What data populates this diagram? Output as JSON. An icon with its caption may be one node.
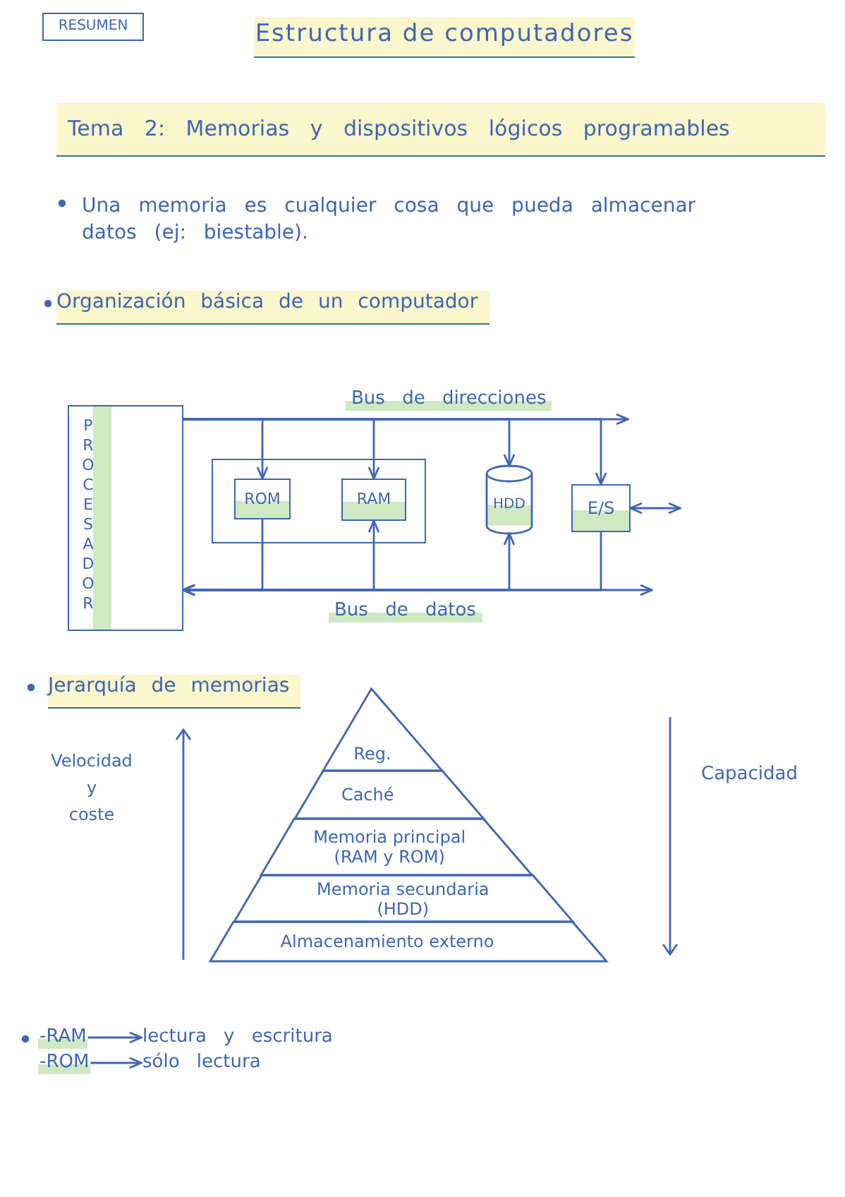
{
  "diagram": {
    "title": "Estructura de computadores",
    "nodes": [
      {
        "text": [
          "RESUMEN"
        ]
      },
      {
        "text": [
          "PROCESADOR"
        ]
      },
      {
        "text": [],
        "shape": "box"
      },
      {
        "text": [
          "ROM"
        ],
        "in": 2
      },
      {
        "text": [
          "RAM"
        ],
        "in": 2
      },
      {
        "text": [
          "HDD"
        ]
      },
      {
        "text": [
          "E/S"
        ]
      },
      {
        "text": [
          "Reg."
        ]
      },
      {
        "text": [
          "Caché"
        ]
      },
      {
        "text": [
          "Memoria principal (RAM y ROM)"
        ]
      },
      {
        "text": [
          "Memoria secundaria (HDD)"
        ]
      },
      {
        "text": [
          "Almacenamiento externo"
        ]
      },
      {
        "text": [
          "-RAM"
        ]
      },
      {
        "text": [
          "lectura y escritura"
        ]
      },
      {
        "text": [
          "-ROM"
        ]
      },
      {
        "text": [
          "sólo lectura"
        ]
      }
    ],
    "edges": [
      {
        "from": 1,
        "to": 3,
        "arrow": "to"
      },
      {
        "from": 1,
        "to": 4,
        "arrow": "to"
      },
      {
        "from": 1,
        "to": 5,
        "arrow": "to"
      },
      {
        "from": 1,
        "to": 6,
        "arrow": "to"
      },
      {
        "from": 1,
        "to": null,
        "arrow": "to",
        "label": "Bus de direcciones"
      },
      {
        "from": 3,
        "to": 1,
        "arrow": "to"
      },
      {
        "from": 4,
        "to": 1,
        "arrow": "both"
      },
      {
        "from": 5,
        "to": 1,
        "arrow": "both"
      },
      {
        "from": 6,
        "to": 1,
        "arrow": "to"
      },
      {
        "from": 1,
        "to": null,
        "arrow": "both",
        "label": "Bus de datos"
      },
      {
        "from": 6,
        "to": null,
        "arrow": "both"
      },
      {
        "from": 12,
        "to": 13,
        "arrow": "to"
      },
      {
        "from": 14,
        "to": 15,
        "arrow": "to"
      }
    ],
    "labels": [
      "Tema 2: Memorias y dispositivos lógicos programables",
      "Una memoria es cualquier cosa que pueda almacenar datos (ej: biestable).",
      "Organización básica de un computador",
      "Jerarquía de memorias",
      "Velocidad y coste",
      "Capacidad"
    ]
  }
}
